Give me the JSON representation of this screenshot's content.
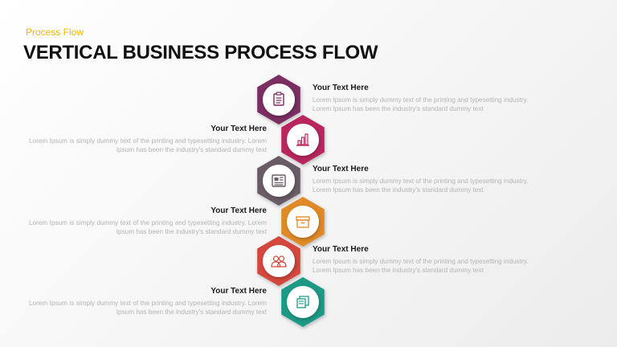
{
  "header": {
    "subtitle": "Process Flow",
    "title": "VERTICAL BUSINESS PROCESS FLOW"
  },
  "steps": [
    {
      "side": "right",
      "color": "#7a2e62",
      "icon": "clipboard-icon",
      "heading": "Your Text Here",
      "body": "Lorem Ipsum is simply dummy text of the printing and typesetting industry. Lorem Ipsum has been the industry's standard dummy text"
    },
    {
      "side": "left",
      "color": "#b9285f",
      "icon": "bar-chart-icon",
      "heading": "Your Text Here",
      "body": "Lorem Ipsum is simply dummy text of the printing and typesetting industry.  Lorem Ipsum has been the industry's standard dummy text"
    },
    {
      "side": "right",
      "color": "#6b5b66",
      "icon": "newspaper-icon",
      "heading": "Your Text Here",
      "body": "Lorem Ipsum is simply dummy text of the printing and typesetting industry. Lorem Ipsum has been the industry's standard dummy text"
    },
    {
      "side": "left",
      "color": "#e08a27",
      "icon": "box-icon",
      "heading": "Your Text Here",
      "body": "Lorem Ipsum is simply dummy text of the printing and typesetting industry.  Lorem Ipsum has been the industry's standard dummy text"
    },
    {
      "side": "right",
      "color": "#d4473c",
      "icon": "people-icon",
      "heading": "Your Text Here",
      "body": "Lorem Ipsum is simply dummy text of the printing and typesetting industry. Lorem Ipsum has been the industry's standard dummy text"
    },
    {
      "side": "left",
      "color": "#1a9a86",
      "icon": "documents-icon",
      "heading": "Your Text Here",
      "body": "Lorem Ipsum is simply dummy text of the printing and typesetting industry.  Lorem Ipsum has been the industry's standard dummy text"
    }
  ]
}
